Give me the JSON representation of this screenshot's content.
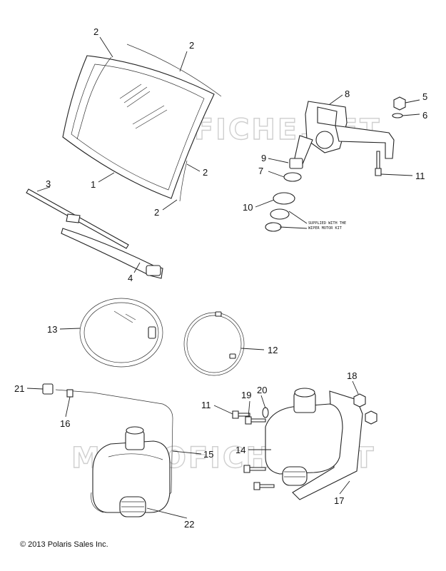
{
  "watermark": "MICROFICHE.NET",
  "copyright": "© 2013 Polaris Sales Inc.",
  "note": {
    "line1": "SUPPLIED WITH THE",
    "line2": "WIPER MOTOR KIT"
  },
  "callouts": {
    "c1": "1",
    "c2a": "2",
    "c2b": "2",
    "c2c": "2",
    "c2d": "2",
    "c3": "3",
    "c4": "4",
    "c5": "5",
    "c6": "6",
    "c7": "7",
    "c8": "8",
    "c9": "9",
    "c10": "10",
    "c11a": "11",
    "c11b": "11",
    "c12": "12",
    "c13": "13",
    "c14": "14",
    "c15": "15",
    "c16": "16",
    "c17": "17",
    "c18": "18",
    "c19": "19",
    "c20": "20",
    "c21": "21",
    "c22": "22"
  }
}
